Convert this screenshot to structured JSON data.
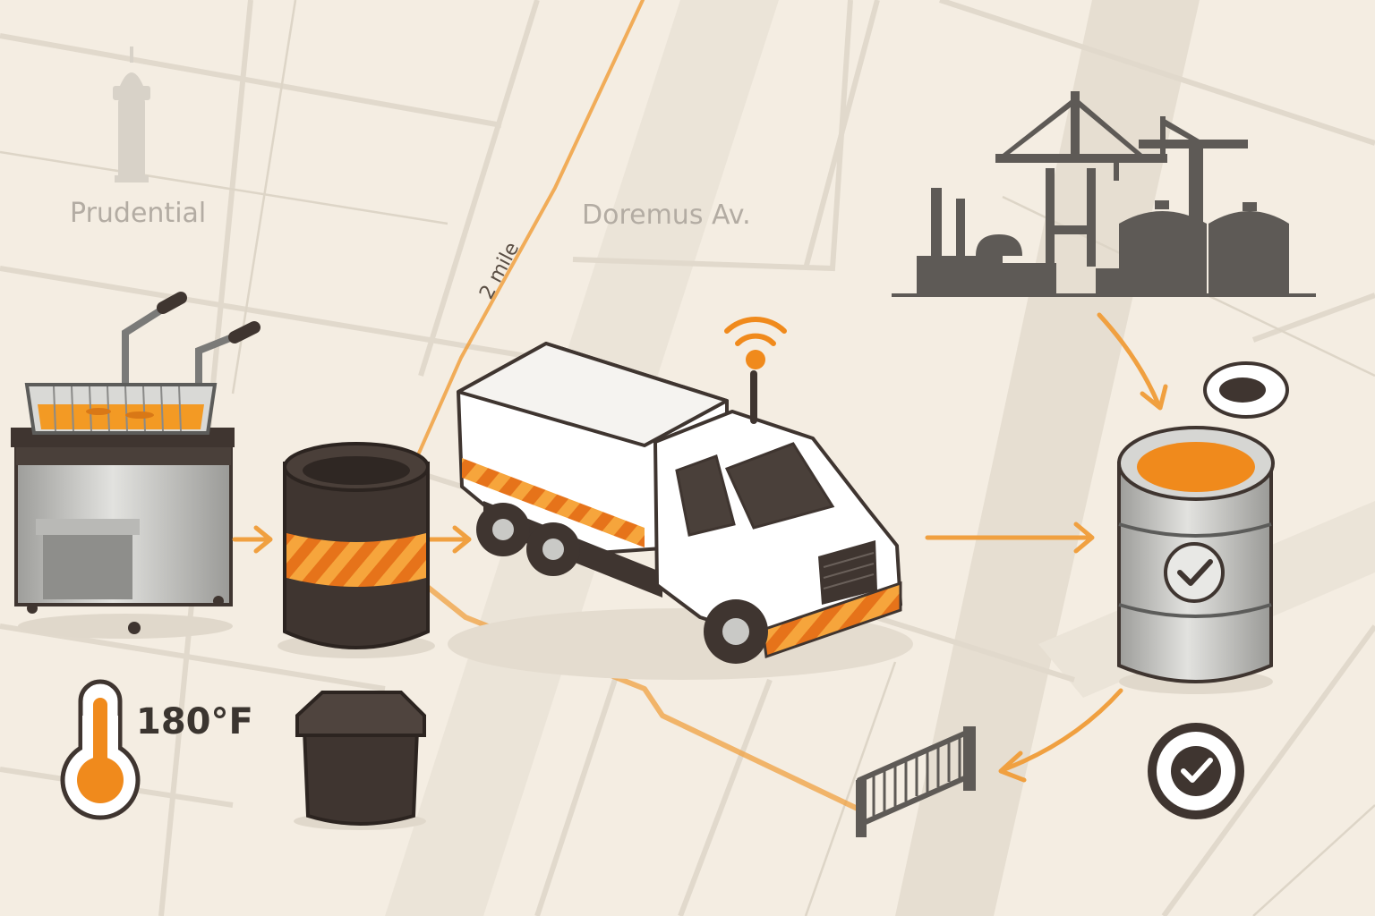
{
  "map": {
    "labels": {
      "prudential": "Prudential",
      "doremus": "Doremus Av.",
      "distance": "2 mile"
    }
  },
  "fryer": {
    "temperature": "180°F"
  },
  "colors": {
    "background": "#f4ede2",
    "route": "#f0a040",
    "accent": "#f08a1c",
    "dark": "#3f3530",
    "steel": "#a9a9a6",
    "industrial": "#5e5a56"
  },
  "icons": [
    "landmark-tower-icon",
    "deep-fryer-icon",
    "thermometer-icon",
    "oil-drum-icon",
    "storage-bin-icon",
    "collection-truck-icon",
    "wireless-signal-icon",
    "refinery-icon",
    "recycled-oil-barrel-icon",
    "check-icon",
    "oil-drop-icon",
    "gate-icon"
  ]
}
